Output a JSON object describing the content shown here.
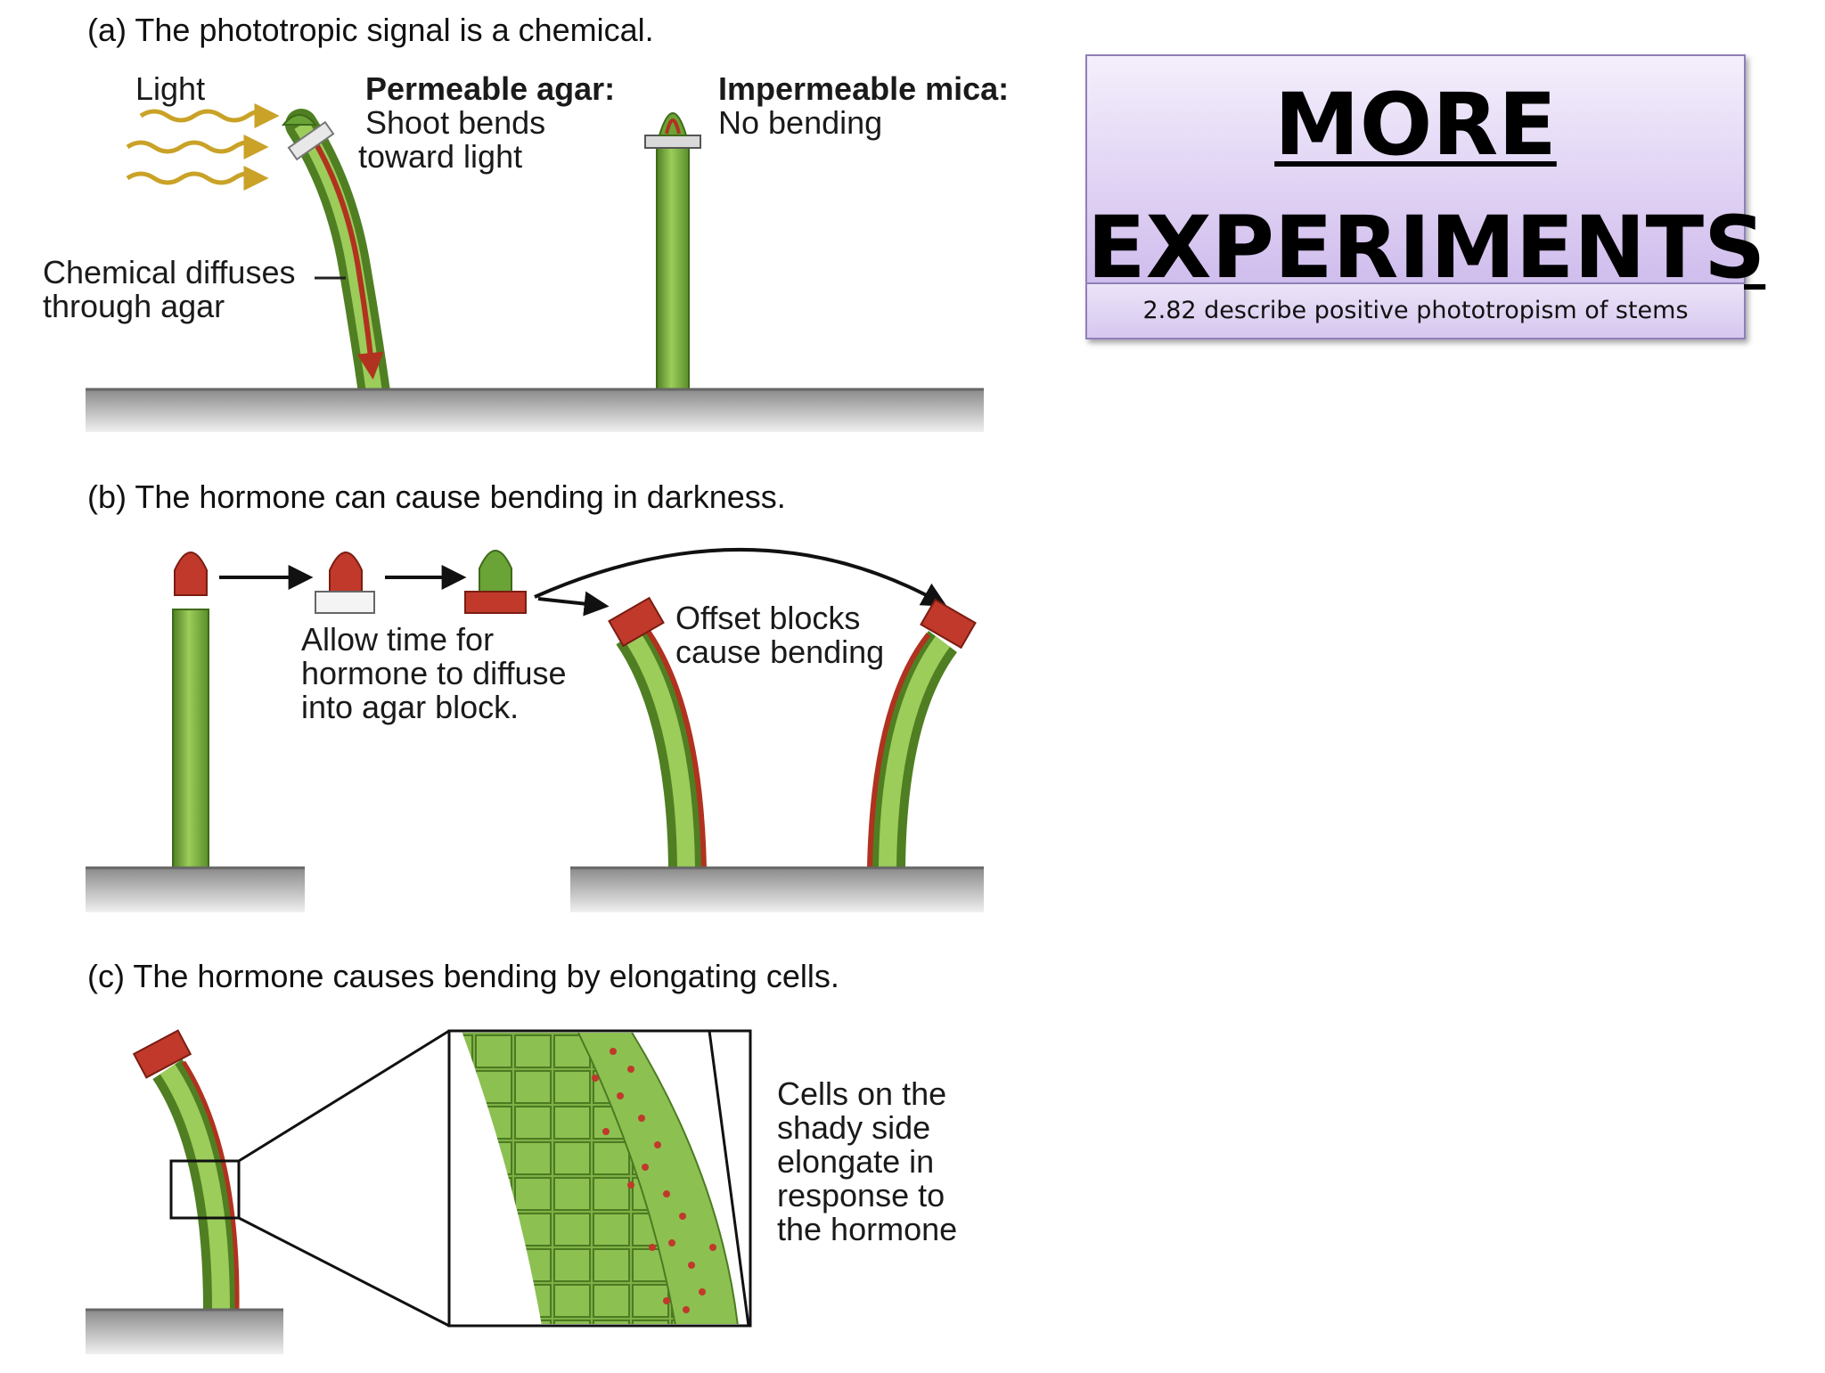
{
  "title": "MORE EXPERIMENTS",
  "subtitle": "2.82 describe positive phototropism of stems",
  "diagram": {
    "panel_a": {
      "heading": "(a) The phototropic signal is a chemical.",
      "light": "Light",
      "permeable_title": "Permeable agar:",
      "permeable_line1": "Shoot bends",
      "permeable_line2": "toward light",
      "impermeable_title": "Impermeable mica:",
      "impermeable_line1": "No bending",
      "chemical_line1": "Chemical diffuses",
      "chemical_line2": "through agar"
    },
    "panel_b": {
      "heading": "(b) The hormone can cause bending in darkness.",
      "allow_line1": "Allow time for",
      "allow_line2": "hormone to diffuse",
      "allow_line3": "into agar block.",
      "offset_line1": "Offset blocks",
      "offset_line2": "cause bending"
    },
    "panel_c": {
      "heading": "(c) The hormone causes bending by elongating cells.",
      "cells_line1": "Cells on the",
      "cells_line2": "shady side",
      "cells_line3": "elongate in",
      "cells_line4": "response to",
      "cells_line5": "the hormone"
    }
  },
  "colors": {
    "shoot_green": "#6aa336",
    "auxin_red": "#c0392b",
    "title_purple": "#d6c7ef"
  }
}
